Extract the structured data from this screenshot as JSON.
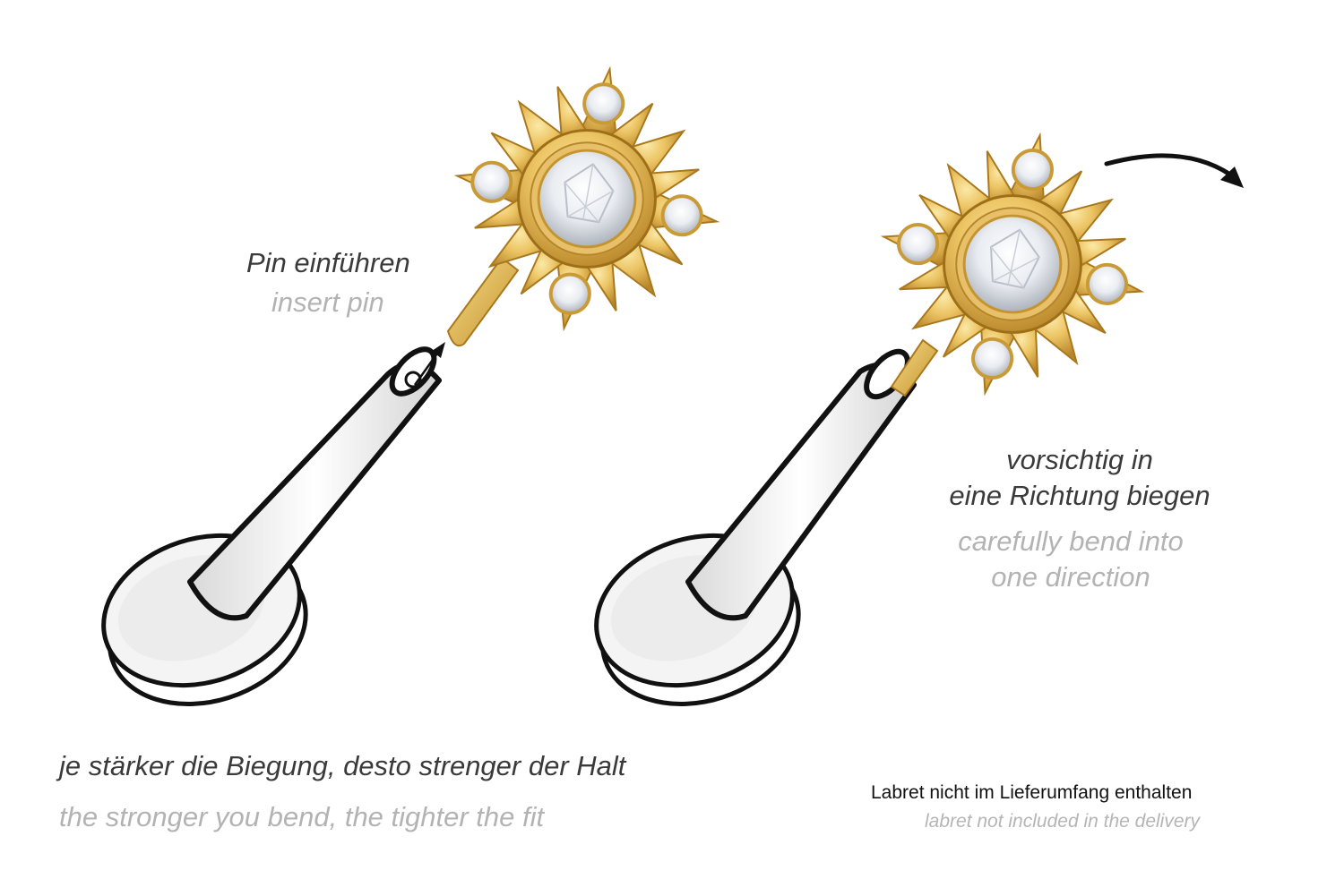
{
  "colors": {
    "gold_light": "#f7dc86",
    "gold_mid": "#e6b84f",
    "gold_dark": "#b07f1f",
    "bar_outline": "#111111",
    "bar_fill": "#f2f2f2",
    "arrow": "#111111"
  },
  "labels": {
    "insert_pin_de": "Pin einführen",
    "insert_pin_en": "insert pin",
    "bend_de_line1": "vorsichtig in",
    "bend_de_line2": "eine Richtung biegen",
    "bend_en_line1": "carefully bend into",
    "bend_en_line2": "one direction",
    "tip_de": "je stärker die Biegung, desto strenger der Halt",
    "tip_en": "the stronger you bend, the tighter the fit",
    "note_de": "Labret nicht im Lieferumfang enthalten",
    "note_en": "labret not included in the delivery"
  },
  "icons": {
    "insert_arrow": "arrow-up-right-icon",
    "bend_arrow": "curved-arrow-icon"
  }
}
